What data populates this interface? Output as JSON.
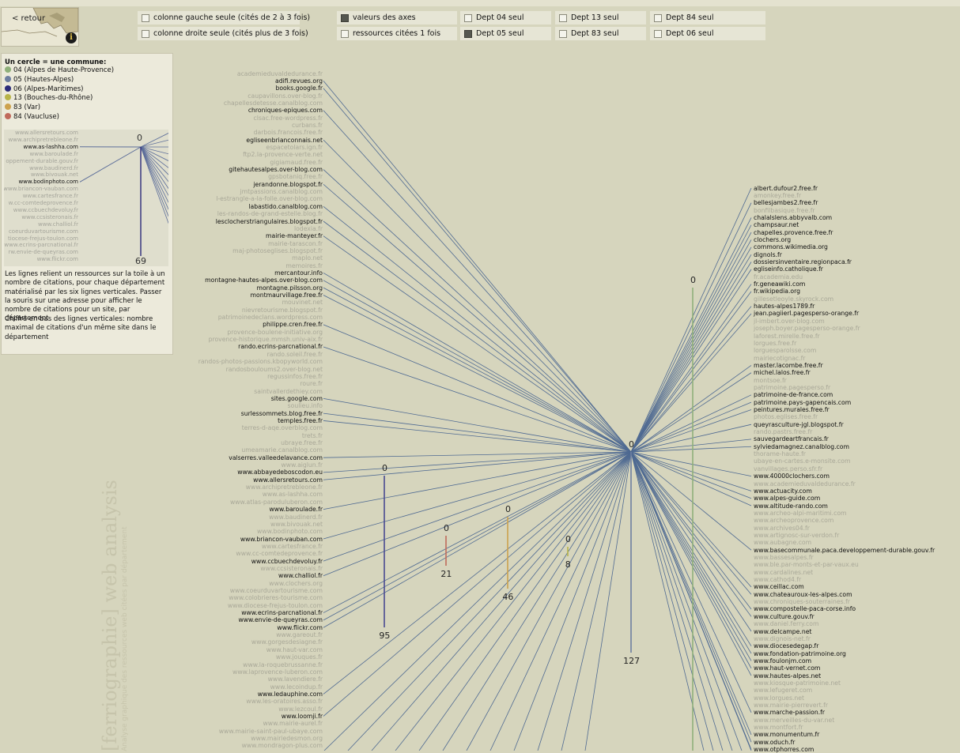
{
  "nav": {
    "back_label": "< retour",
    "info_label": "i"
  },
  "filters": {
    "left_col_only": {
      "label": "colonne gauche seule (cités de 2 à 3 fois)",
      "checked": false
    },
    "right_col_only": {
      "label": "colonne droite seule (cités plus de 3 fois)",
      "checked": false
    },
    "axis_values": {
      "label": "valeurs des axes",
      "checked": true
    },
    "cited_once": {
      "label": "ressources citées 1 fois",
      "checked": false
    },
    "dept04": {
      "label": "Dept 04 seul",
      "checked": false
    },
    "dept05": {
      "label": "Dept 05 seul",
      "checked": true
    },
    "dept13": {
      "label": "Dept 13 seul",
      "checked": false
    },
    "dept83": {
      "label": "Dept 83 seul",
      "checked": false
    },
    "dept84": {
      "label": "Dept 84 seul",
      "checked": false
    },
    "dept06": {
      "label": "Dept 06 seul",
      "checked": false
    }
  },
  "legend": {
    "title": "Un cercle = une commune:",
    "items": [
      {
        "label": "04 (Alpes de Haute-Provence)",
        "color": "#8fb07a"
      },
      {
        "label": "05 (Hautes-Alpes)",
        "color": "#6e7fa0"
      },
      {
        "label": "06 (Alpes-Maritimes)",
        "color": "#2c2c7a"
      },
      {
        "label": "13 (Bouches-du-Rhône)",
        "color": "#b8b448"
      },
      {
        "label": "83 (Var)",
        "color": "#cda24e"
      },
      {
        "label": "84 (Vaucluse)",
        "color": "#c06a5c"
      }
    ],
    "description1": "Les lignes relient un ressources sur la toile à un nombre de citations, pour chaque département matérialisé par les six lignes verticales. Passer la souris sur une adresse pour afficher le nombre de citations pour un site, par département",
    "description2": "Chiffre en bas des lignes verticales: nombre maximal de citations d'un même site dans le département",
    "mini": {
      "sites": [
        {
          "t": "www.allersretours.com",
          "on": false
        },
        {
          "t": "www.archipretrebleone.fr",
          "on": false
        },
        {
          "t": "www.as-lashha.com",
          "on": true
        },
        {
          "t": "www.baroulade.fr",
          "on": false
        },
        {
          "t": "oppement-durable.gouv.fr",
          "on": false
        },
        {
          "t": "www.baudinerd.fr",
          "on": false
        },
        {
          "t": "www.bivouak.net",
          "on": false
        },
        {
          "t": "www.bodinphoto.com",
          "on": true
        },
        {
          "t": "www.briancon-vauban.com",
          "on": false
        },
        {
          "t": "www.cartesfrance.fr",
          "on": false
        },
        {
          "t": "w.cc-comtedeprovence.fr",
          "on": false
        },
        {
          "t": "www.ccbuechdevoluy.fr",
          "on": false
        },
        {
          "t": "www.ccsisteronais.fr",
          "on": false
        },
        {
          "t": "www.challiol.fr",
          "on": false
        },
        {
          "t": "coeurduvartourisme.com",
          "on": false
        },
        {
          "t": "tiocese-frejus-toulon.com",
          "on": false
        },
        {
          "t": "www.ecrins-parcnational.fr",
          "on": false
        },
        {
          "t": "rw.envie-de-queyras.com",
          "on": false
        },
        {
          "t": "www.flickr.com",
          "on": false
        }
      ],
      "top_value": "0",
      "bottom_value": "69"
    }
  },
  "watermark": {
    "title": "[ferriographie] web analysis",
    "subtitle": "Analyse graphique des ressources web citées par département"
  },
  "left_sites": [
    {
      "t": "academieduvaldedurance.fr",
      "on": false
    },
    {
      "t": "adifi.revues.org",
      "on": true
    },
    {
      "t": "books.google.fr",
      "on": true
    },
    {
      "t": "caupavillons.over-blog.fr",
      "on": false
    },
    {
      "t": "chapellesdetesse.canalblog.com",
      "on": false
    },
    {
      "t": "chroniques-epiques.com",
      "on": true
    },
    {
      "t": "clsac.free-wordpress.fr",
      "on": false
    },
    {
      "t": "curbans.fr",
      "on": false
    },
    {
      "t": "darbois.francois.free.fr",
      "on": false
    },
    {
      "t": "egliseenbrianconnais.net",
      "on": true
    },
    {
      "t": "espacetolars.ign.fr",
      "on": false
    },
    {
      "t": "ftp2.la-provence-verte.net",
      "on": false
    },
    {
      "t": "gigiamaud.free.fr",
      "on": false
    },
    {
      "t": "gitehautesalpes.over-blog.com",
      "on": true
    },
    {
      "t": "gpsbotaniq.free.fr",
      "on": false
    },
    {
      "t": "jerandonne.blogspot.fr",
      "on": true
    },
    {
      "t": "jmtpassions.canalblog.com",
      "on": false
    },
    {
      "t": "l-estrangle-a-la-folle.over-blog.com",
      "on": false
    },
    {
      "t": "labastido.canalblog.com",
      "on": true
    },
    {
      "t": "les-randos-de-grand-estelle.blog.fr",
      "on": false
    },
    {
      "t": "lesclocherstriangulaires.blogspot.fr",
      "on": true
    },
    {
      "t": "lodexia.fr",
      "on": false
    },
    {
      "t": "mairie-manteyer.fr",
      "on": true
    },
    {
      "t": "mairie-tarascon.fr",
      "on": false
    },
    {
      "t": "maj-photoseglises.blogspot.fr",
      "on": false
    },
    {
      "t": "maplo.net",
      "on": false
    },
    {
      "t": "memoires.fr",
      "on": false
    },
    {
      "t": "mercantour.info",
      "on": true
    },
    {
      "t": "montagne-hautes-alpes.over-blog.com",
      "on": true
    },
    {
      "t": "montagne.pilsson.org",
      "on": true
    },
    {
      "t": "montmaurvillage.free.fr",
      "on": true
    },
    {
      "t": "mouvinet.net",
      "on": false
    },
    {
      "t": "nievretourisme.blogspot.fr",
      "on": false
    },
    {
      "t": "patrimoinedeclans.wordpress.com",
      "on": false
    },
    {
      "t": "philippe.cren.free.fr",
      "on": true
    },
    {
      "t": "provence-boulene-initiative.org",
      "on": false
    },
    {
      "t": "provence-historique.mmsh.univ-aix.fr",
      "on": false
    },
    {
      "t": "rando.ecrins-parcnational.fr",
      "on": true
    },
    {
      "t": "rando.soleil.free.fr",
      "on": false
    },
    {
      "t": "randos-photos-passions.kbopyworld.com",
      "on": false
    },
    {
      "t": "randosbouloums2.over-blog.net",
      "on": false
    },
    {
      "t": "regussinfos.free.fr",
      "on": false
    },
    {
      "t": "roure.fr",
      "on": false
    },
    {
      "t": "saintvallerdethiey.com",
      "on": false
    },
    {
      "t": "sites.google.com",
      "on": true
    },
    {
      "t": "soulieu.info",
      "on": false
    },
    {
      "t": "surlessommets.blog.free.fr",
      "on": true
    },
    {
      "t": "temples.free.fr",
      "on": true
    },
    {
      "t": "terres-d-aqe.overblog.com",
      "on": false
    },
    {
      "t": "trets.fr",
      "on": false
    },
    {
      "t": "ubraye.free.fr",
      "on": false
    },
    {
      "t": "umeamarie.canalblog.com",
      "on": false
    },
    {
      "t": "valserres.valleedelavance.com",
      "on": true
    },
    {
      "t": "www.aiglun.fr",
      "on": false
    },
    {
      "t": "www.abbayedeboscodon.eu",
      "on": true
    },
    {
      "t": "www.allersretours.com",
      "on": true
    },
    {
      "t": "www.archipretrebleone.fr",
      "on": false
    },
    {
      "t": "www.as-lashha.com",
      "on": false
    },
    {
      "t": "www.atlas-paroduluberon.com",
      "on": false
    },
    {
      "t": "www.baroulade.fr",
      "on": true
    },
    {
      "t": "www.baudinerd.fr",
      "on": false
    },
    {
      "t": "www.bivouak.net",
      "on": false
    },
    {
      "t": "www.bodinphoto.com",
      "on": false
    },
    {
      "t": "www.briancon-vauban.com",
      "on": true
    },
    {
      "t": "www.cartesfrance.fr",
      "on": false
    },
    {
      "t": "www.cc-comtedeprovence.fr",
      "on": false
    },
    {
      "t": "www.ccbuechdevoluy.fr",
      "on": true
    },
    {
      "t": "www.ccsisteronais.fr",
      "on": false
    },
    {
      "t": "www.challiol.fr",
      "on": true
    },
    {
      "t": "www.clochers.org",
      "on": false
    },
    {
      "t": "www.coeurduvartourisme.com",
      "on": false
    },
    {
      "t": "www.colobrieres-tourisme.com",
      "on": false
    },
    {
      "t": "www.diocese-frejus-toulon.com",
      "on": false
    },
    {
      "t": "www.ecrins-parcnational.fr",
      "on": true
    },
    {
      "t": "www.envie-de-queyras.com",
      "on": true
    },
    {
      "t": "www.flickr.com",
      "on": true
    },
    {
      "t": "www.gareout.fr",
      "on": false
    },
    {
      "t": "www.gorgesdesiagne.fr",
      "on": false
    },
    {
      "t": "www.haut-var.com",
      "on": false
    },
    {
      "t": "www.jouques.fr",
      "on": false
    },
    {
      "t": "www.la-roquebrussanne.fr",
      "on": false
    },
    {
      "t": "www.laprovence-luberon.com",
      "on": false
    },
    {
      "t": "www.lavendiere.fr",
      "on": false
    },
    {
      "t": "www.lecoindup.fr",
      "on": false
    },
    {
      "t": "www.ledauphine.com",
      "on": true
    },
    {
      "t": "www.les-oratoires.asso.fr",
      "on": false
    },
    {
      "t": "www.lezcoul.fr",
      "on": false
    },
    {
      "t": "www.loomji.fr",
      "on": true
    },
    {
      "t": "www.mairie-aurel.fr",
      "on": false
    },
    {
      "t": "www.mairie-saint-paul-ubaye.com",
      "on": false
    },
    {
      "t": "www.mairiedesmon.org",
      "on": false
    },
    {
      "t": "www.mondragon-plus.com",
      "on": false
    }
  ],
  "right_sites": [
    {
      "t": "albert.dufour2.free.fr",
      "on": true
    },
    {
      "t": "amonkey.free.fr",
      "on": false
    },
    {
      "t": "bellesjambes2.free.fr",
      "on": true
    },
    {
      "t": "bonfilbasique.free.fr",
      "on": false
    },
    {
      "t": "chalalslens.abbyvalb.com",
      "on": true
    },
    {
      "t": "champsaur.net",
      "on": true
    },
    {
      "t": "chapelles.provence.free.fr",
      "on": true
    },
    {
      "t": "clochers.org",
      "on": true
    },
    {
      "t": "commons.wikimedia.org",
      "on": true
    },
    {
      "t": "dignols.fr",
      "on": true
    },
    {
      "t": "dossiersinventaire.regionpaca.fr",
      "on": true
    },
    {
      "t": "egliseinfo.catholique.fr",
      "on": true
    },
    {
      "t": "fr.academia.edu",
      "on": false
    },
    {
      "t": "fr.geneawiki.com",
      "on": true
    },
    {
      "t": "fr.wikipedia.org",
      "on": true
    },
    {
      "t": "gillesetleoyle.skyrock.com",
      "on": false
    },
    {
      "t": "hautes-alpes1789.fr",
      "on": true
    },
    {
      "t": "jean.pagiierl.pagesperso-orange.fr",
      "on": true
    },
    {
      "t": "jl-imbert.over-blog.com",
      "on": false
    },
    {
      "t": "joseph.boyer.pagesperso-orange.fr",
      "on": false
    },
    {
      "t": "laforest.mirelle.free.fr",
      "on": false
    },
    {
      "t": "lorgues.free.fr",
      "on": false
    },
    {
      "t": "lorguesparolsse.com",
      "on": false
    },
    {
      "t": "mairiecotignac.fr",
      "on": false
    },
    {
      "t": "master.lacombe.free.fr",
      "on": true
    },
    {
      "t": "michel.lalos.free.fr",
      "on": true
    },
    {
      "t": "montsoe.fr",
      "on": false
    },
    {
      "t": "patrimoine.pagesperso.fr",
      "on": false
    },
    {
      "t": "patrimoine-de-france.com",
      "on": true
    },
    {
      "t": "patrimoine.pays-gapencais.com",
      "on": true
    },
    {
      "t": "peintures.murales.free.fr",
      "on": true
    },
    {
      "t": "photos.eglises.free.fr",
      "on": false
    },
    {
      "t": "queyrasculture-jgl.blogspot.fr",
      "on": true
    },
    {
      "t": "rando.pastrs.free.fr",
      "on": false
    },
    {
      "t": "sauvegardeartfrancais.fr",
      "on": true
    },
    {
      "t": "sylviedamagnez.canalblog.com",
      "on": true
    },
    {
      "t": "thorame-haute.fr",
      "on": false
    },
    {
      "t": "ubaye-en-cartes.e-monsite.com",
      "on": false
    },
    {
      "t": "vanvillages.perso.sfr.fr",
      "on": false
    },
    {
      "t": "www.40000clochers.com",
      "on": true
    },
    {
      "t": "www.academieduvaldedurance.fr",
      "on": false
    },
    {
      "t": "www.actuacity.com",
      "on": true
    },
    {
      "t": "www.alpes-guide.com",
      "on": true
    },
    {
      "t": "www.altitude-rando.com",
      "on": true
    },
    {
      "t": "www.archeo-alpi-maritimi.com",
      "on": false
    },
    {
      "t": "www.archeoprovence.com",
      "on": false
    },
    {
      "t": "www.archives04.fr",
      "on": false
    },
    {
      "t": "www.artignosc-sur-verdon.fr",
      "on": false
    },
    {
      "t": "www.aubagne.com",
      "on": false
    },
    {
      "t": "www.basecommunale.paca.developpement-durable.gouv.fr",
      "on": true
    },
    {
      "t": "www.bassesalpes.fr",
      "on": false
    },
    {
      "t": "www.ble.par-monts-et-par-vaux.eu",
      "on": false
    },
    {
      "t": "www.cardalines.net",
      "on": false
    },
    {
      "t": "www.cathod4.fr",
      "on": false
    },
    {
      "t": "www.ceillac.com",
      "on": true
    },
    {
      "t": "www.chateauroux-les-alpes.com",
      "on": true
    },
    {
      "t": "www.chroniques-souterraines.fr",
      "on": false
    },
    {
      "t": "www.compostelle-paca-corse.info",
      "on": true
    },
    {
      "t": "www.culture.gouv.fr",
      "on": true
    },
    {
      "t": "www.daniel.ferry.com",
      "on": false
    },
    {
      "t": "www.delcampe.net",
      "on": true
    },
    {
      "t": "www.dignois-net.fr",
      "on": false
    },
    {
      "t": "www.diocesedegap.fr",
      "on": true
    },
    {
      "t": "www.fondation-patrimoine.org",
      "on": true
    },
    {
      "t": "www.foulonjm.com",
      "on": true
    },
    {
      "t": "www.haut-vernet.com",
      "on": true
    },
    {
      "t": "www.hautes-alpes.net",
      "on": true
    },
    {
      "t": "www.kiosque-patrimoine.net",
      "on": false
    },
    {
      "t": "www.lefugeret.com",
      "on": false
    },
    {
      "t": "www.lorgues.net",
      "on": false
    },
    {
      "t": "www.mairie-pierrevert.fr",
      "on": false
    },
    {
      "t": "www.marche-passion.fr",
      "on": true
    },
    {
      "t": "www.merveilles-du-var.net",
      "on": false
    },
    {
      "t": "www.montfort.fr",
      "on": false
    },
    {
      "t": "www.monumentum.fr",
      "on": true
    },
    {
      "t": "www.oduch.fr",
      "on": true
    },
    {
      "t": "www.otphorres.com",
      "on": true
    }
  ],
  "axes": [
    {
      "dept": "04",
      "color": "#8fb07a",
      "top_value": "0",
      "bottom_value": ""
    },
    {
      "dept": "05",
      "color": "#6e7fa0",
      "top_value": "0",
      "bottom_value": "127"
    },
    {
      "dept": "06",
      "color": "#4a4a92",
      "top_value": "0",
      "bottom_value": "95"
    },
    {
      "dept": "13",
      "color": "#b8b448",
      "top_value": "0",
      "bottom_value": "8"
    },
    {
      "dept": "83",
      "color": "#cda24e",
      "top_value": "0",
      "bottom_value": "46"
    },
    {
      "dept": "84",
      "color": "#c06a5c",
      "top_value": "0",
      "bottom_value": "21"
    }
  ]
}
